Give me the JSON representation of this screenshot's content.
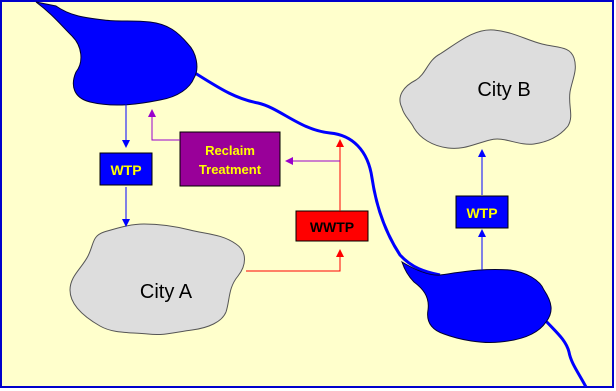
{
  "diagram": {
    "city_a_label": "City A",
    "city_b_label": "City B",
    "wtp_a_label": "WTP",
    "wtp_b_label": "WTP",
    "wwtp_label": "WWTP",
    "reclaim_label_line1": "Reclaim",
    "reclaim_label_line2": "Treatment"
  },
  "colors": {
    "background": "#FFFFCC",
    "frame_border": "#0000CC",
    "water": "#0000FF",
    "city_fill": "#DDDDDD",
    "wtp_fill": "#0000FF",
    "wtp_text": "#FFFF00",
    "wwtp_fill": "#FF0000",
    "wwtp_text": "#000000",
    "reclaim_fill": "#990099",
    "reclaim_text": "#FFFF00",
    "potable_arrow": "#0000FF",
    "waste_arrow": "#FF0000",
    "reclaim_arrow": "#9900CC"
  }
}
